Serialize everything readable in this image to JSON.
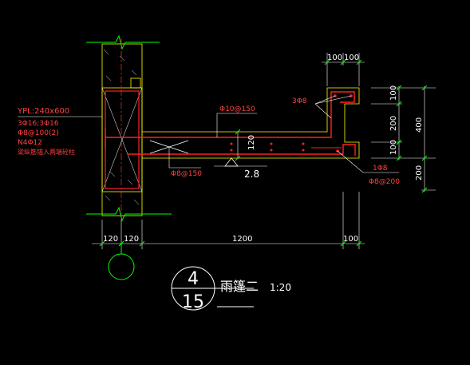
{
  "colors": {
    "background": "#000000",
    "concrete_outline": "#ffff00",
    "rebar": "#ff2020",
    "leader": "#ffffff",
    "dimension": "#ffffff",
    "tick": "#00ff00",
    "annotation": "#ff4040",
    "symbol": "#00ff00",
    "hatch": "#808080",
    "center_line": "#ff2020"
  },
  "beam_note": {
    "line1": "YPL:240x600",
    "line2": "3Φ16;3Φ16",
    "line3": "Φ8@100(2)",
    "line4": "N4Φ12",
    "line5": "梁纵筋锚入两端砼柱"
  },
  "rebar_labels": {
    "top_main": "Φ10@150",
    "bottom_dist": "Φ8@150",
    "edge_bars": "3Φ8",
    "edge_single": "1Φ8",
    "edge_stirrup": "Φ8@200"
  },
  "slab_thickness": "120",
  "elevation": "2.8",
  "right_dims": [
    "100",
    "200",
    "100",
    "400",
    "200"
  ],
  "top_dims": [
    "100",
    "100"
  ],
  "bottom_dims": [
    "120",
    "120",
    "1200",
    "100"
  ],
  "detail_symbol": {
    "number": "4",
    "sheet": "15"
  },
  "title": "雨篷二",
  "scale": "1:20"
}
